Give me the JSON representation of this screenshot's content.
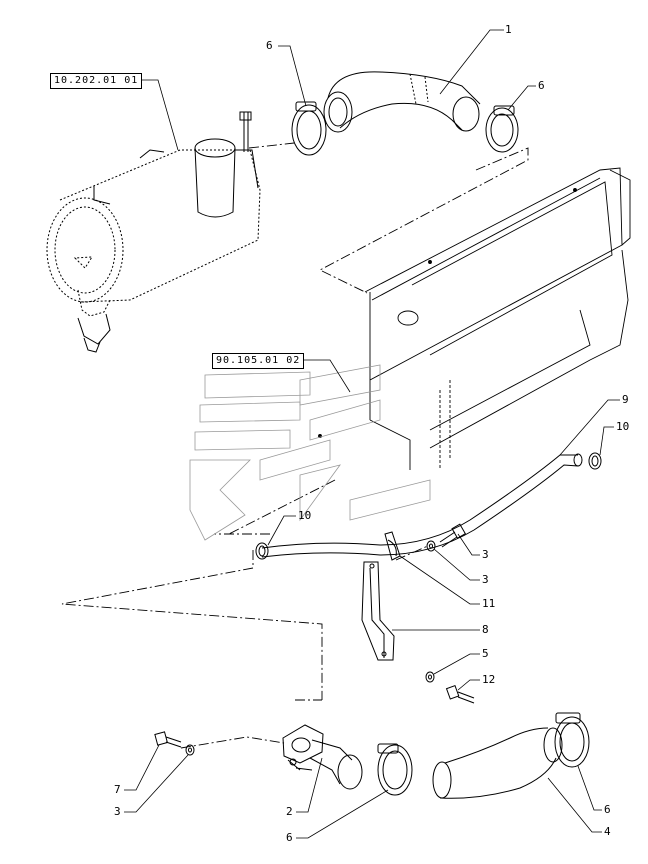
{
  "references": {
    "ref_top": "10.202.01 01",
    "ref_mid": "90.105.01 02"
  },
  "callouts": {
    "c1": "1",
    "c6_top_left": "6",
    "c6_top_right": "6",
    "c9": "9",
    "c10_right": "10",
    "c10_left": "10",
    "c3_upper": "3",
    "c3_lower": "3",
    "c11": "11",
    "c8": "8",
    "c5": "5",
    "c12": "12",
    "c7": "7",
    "c3_bottom": "3",
    "c2": "2",
    "c6_bottom_left": "6",
    "c6_bottom_right": "6",
    "c4": "4"
  }
}
